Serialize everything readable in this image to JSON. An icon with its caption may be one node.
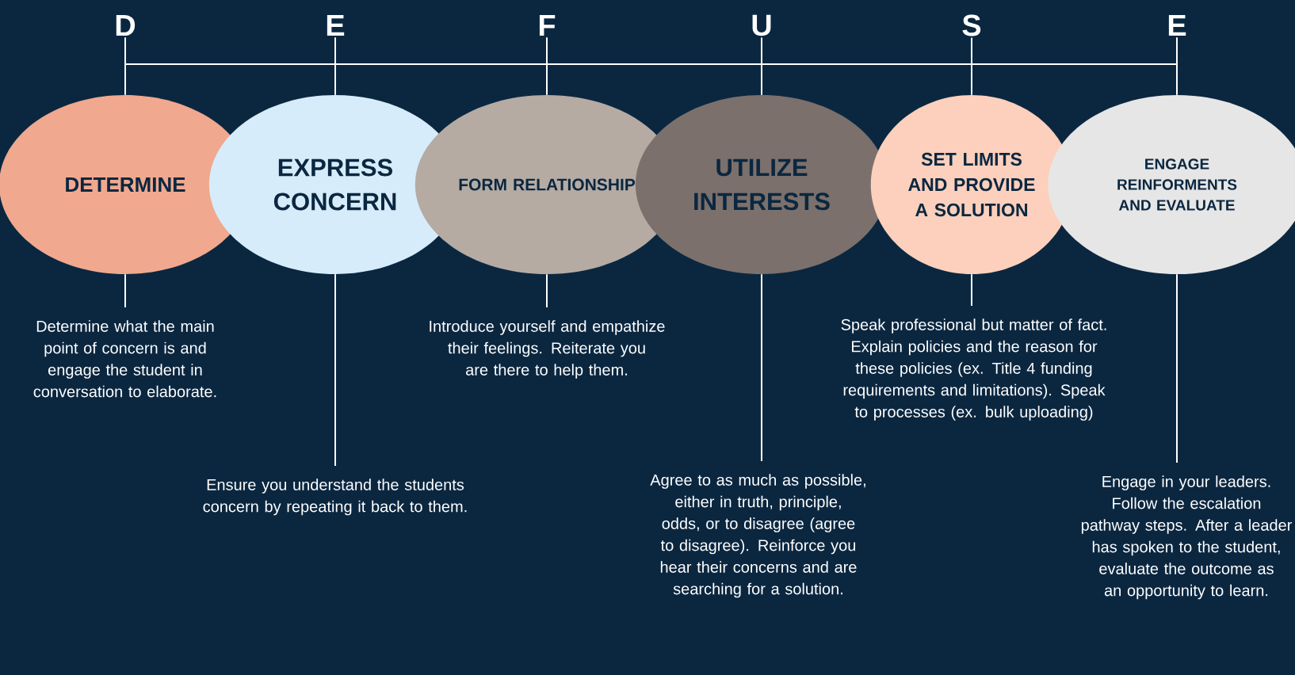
{
  "diagram": {
    "nodes": [
      {
        "text": [
          "D"
        ]
      },
      {
        "text": [
          "E"
        ]
      },
      {
        "text": [
          "F"
        ]
      },
      {
        "text": [
          "U"
        ]
      },
      {
        "text": [
          "S"
        ]
      },
      {
        "text": [
          "E"
        ]
      },
      {
        "text": [
          "DETERMINE"
        ]
      },
      {
        "text": [
          "EXPRESS CONCERN"
        ]
      },
      {
        "text": [
          "FORM RELATIONSHIP"
        ]
      },
      {
        "text": [
          "UTILIZE INTERESTS"
        ]
      },
      {
        "text": [
          "SET LIMITS AND PROVIDE A SOLUTION"
        ]
      },
      {
        "text": [
          "ENGAGE REINFORMENTS AND EVALUATE"
        ]
      },
      {
        "text": [
          "Determine what the main point of concern is and engage the student in conversation to elaborate."
        ]
      },
      {
        "text": [
          "Ensure you understand the students concern by repeating it back to them."
        ]
      },
      {
        "text": [
          "Introduce yourself and empathize their feelings. Reiterate you are there to help them."
        ]
      },
      {
        "text": [
          "Agree to as much as possible, either in truth, principle, odds, or to disagree (agree to disagree). Reinforce you hear their concerns and are searching for a solution."
        ]
      },
      {
        "text": [
          "Speak professional but matter of fact. Explain policies and the reason for these policies (ex. Title 4 funding requirements and limitations). Speak to processes (ex. bulk uploading)"
        ]
      },
      {
        "text": [
          "Engage in your leaders. Follow the escalation pathway steps. After a leader has spoken to the student, evaluate the outcome as an opportunity to learn."
        ]
      }
    ],
    "edges": [
      {
        "from": 0,
        "to": 6,
        "arrow": "none"
      },
      {
        "from": 1,
        "to": 7,
        "arrow": "none"
      },
      {
        "from": 2,
        "to": 8,
        "arrow": "none"
      },
      {
        "from": 3,
        "to": 9,
        "arrow": "none"
      },
      {
        "from": 4,
        "to": 10,
        "arrow": "none"
      },
      {
        "from": 5,
        "to": 11,
        "arrow": "none"
      },
      {
        "from": 6,
        "to": 12,
        "arrow": "none"
      },
      {
        "from": 7,
        "to": 13,
        "arrow": "none"
      },
      {
        "from": 8,
        "to": 14,
        "arrow": "none"
      },
      {
        "from": 9,
        "to": 15,
        "arrow": "none"
      },
      {
        "from": 10,
        "to": 16,
        "arrow": "none"
      },
      {
        "from": 11,
        "to": 17,
        "arrow": "none"
      }
    ]
  }
}
